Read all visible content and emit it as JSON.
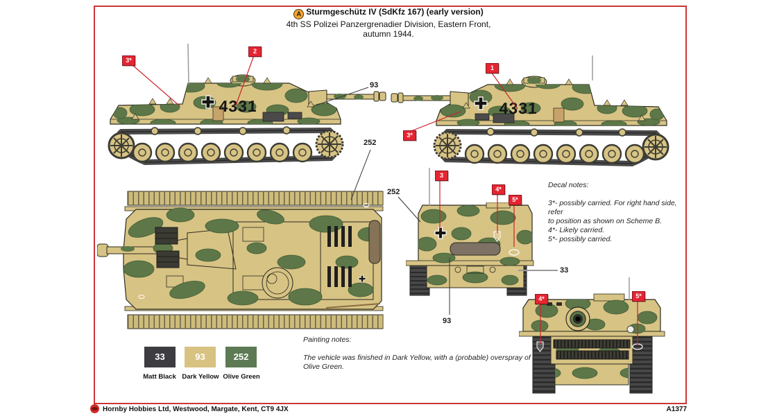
{
  "header": {
    "marker": "A",
    "title": "Sturmgeschütz IV (SdKfz 167) (early version)",
    "subtitle1": "4th SS Polizei Panzergrenadier Division, Eastern Front,",
    "subtitle2": "autumn 1944."
  },
  "decal_notes": {
    "heading": "Decal notes:",
    "line1": "3*- possibly carried. For right hand side, refer",
    "line2": "to position as shown on Scheme B.",
    "line3": "4*- Likely carried.",
    "line4": "5*- possibly carried."
  },
  "painting_notes": {
    "heading": "Painting notes:",
    "body": "The vehicle was finished in Dark Yellow, with a (probable) overspray of Olive Green."
  },
  "paints": {
    "matt_black": {
      "code": "33",
      "name": "Matt Black",
      "style": "background:#3d3c41"
    },
    "dark_yellow": {
      "code": "93",
      "name": "Dark Yellow",
      "style": "background:#d8c282"
    },
    "olive_green": {
      "code": "252",
      "name": "Olive Green",
      "style": "background:#5d7a54"
    }
  },
  "callouts": {
    "c1": "1",
    "c2": "2",
    "c3": "3",
    "c3s": "3*",
    "c4s": "4*",
    "c5s": "5*",
    "p33": "33",
    "p93": "93",
    "p252": "252"
  },
  "markings": {
    "tactical_number": "4331"
  },
  "footer": {
    "company": "Hornby Hobbies Ltd, Westwood, Margate, Kent, CT9 4JX",
    "product_code": "A1377"
  },
  "colors": {
    "border_red": "#cc3637",
    "label_red": "#e62532",
    "dark_yellow": "#d7c384",
    "olive_green": "#5d7748",
    "track_grey": "#4a4a4a",
    "marker_orange": "#f0a231"
  }
}
